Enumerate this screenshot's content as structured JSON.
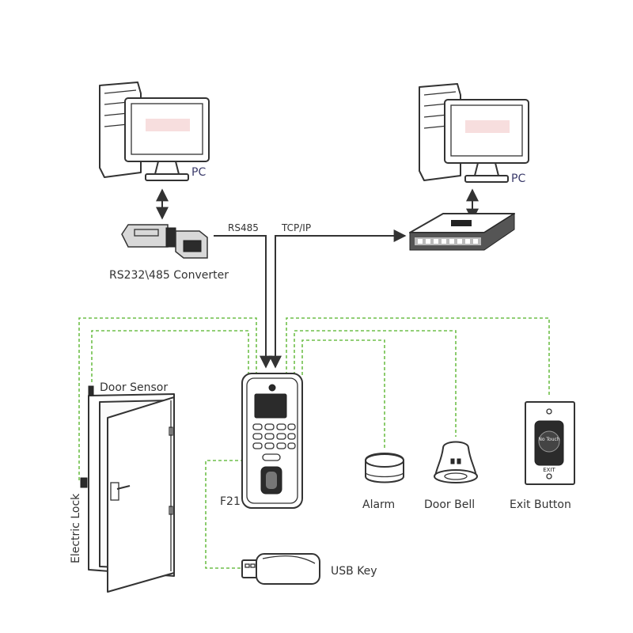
{
  "labels": {
    "pc_left": "PC",
    "pc_right": "PC",
    "converter": "RS232\\485 Converter",
    "rs485": "RS485",
    "tcpip": "TCP/IP",
    "door_sensor": "Door Sensor",
    "electric_lock": "Electric Lock",
    "device": "F21",
    "alarm": "Alarm",
    "door_bell": "Door Bell",
    "exit_button": "Exit Button",
    "usb_key": "USB Key",
    "exit_button_face": "EXIT",
    "exit_button_brand": "No Touch"
  },
  "colors": {
    "dashed_wiring": "#6fbf4a",
    "outline": "#333333",
    "pc_label": "#3a3a6a"
  }
}
